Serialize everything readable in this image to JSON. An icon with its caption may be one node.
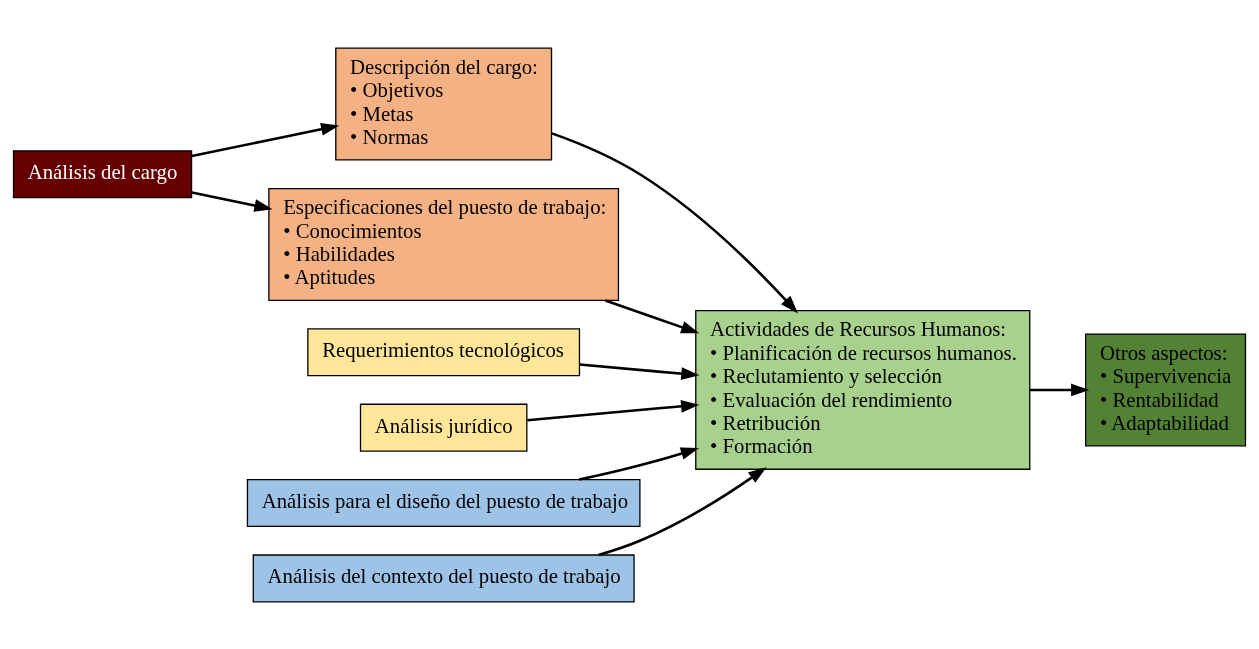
{
  "diagram": {
    "nodes": [
      {
        "text": [
          "Análisis del cargo"
        ]
      },
      {
        "text": [
          "Descripción del cargo:",
          "• Objetivos",
          "• Metas",
          "• Normas"
        ]
      },
      {
        "text": [
          "Especificaciones del puesto de trabajo:",
          "• Conocimientos",
          "• Habilidades",
          "• Aptitudes"
        ]
      },
      {
        "text": [
          "Requerimientos tecnológicos"
        ]
      },
      {
        "text": [
          "Análisis jurídico"
        ]
      },
      {
        "text": [
          "Actividades de Recursos Humanos:",
          "• Planificación de recursos humanos.",
          "• Reclutamiento y selección",
          "• Evaluación del rendimiento",
          "• Retribución",
          "• Formación"
        ]
      },
      {
        "text": [
          "Otros aspectos:",
          "• Supervivencia",
          "• Rentabilidad",
          "• Adaptabilidad"
        ]
      },
      {
        "text": [
          "Análisis para el diseño del puesto de trabajo"
        ]
      },
      {
        "text": [
          "Análisis del contexto del puesto de trabajo"
        ]
      }
    ],
    "edges": [
      {
        "from": 0,
        "to": 1,
        "arrow": "to"
      },
      {
        "from": 0,
        "to": 2,
        "arrow": "to"
      },
      {
        "from": 1,
        "to": 5,
        "arrow": "to"
      },
      {
        "from": 2,
        "to": 5,
        "arrow": "to"
      },
      {
        "from": 3,
        "to": 5,
        "arrow": "to"
      },
      {
        "from": 4,
        "to": 5,
        "arrow": "to"
      },
      {
        "from": 7,
        "to": 5,
        "arrow": "to"
      },
      {
        "from": 8,
        "to": 5,
        "arrow": "to"
      },
      {
        "from": 5,
        "to": 6,
        "arrow": "to"
      }
    ]
  }
}
